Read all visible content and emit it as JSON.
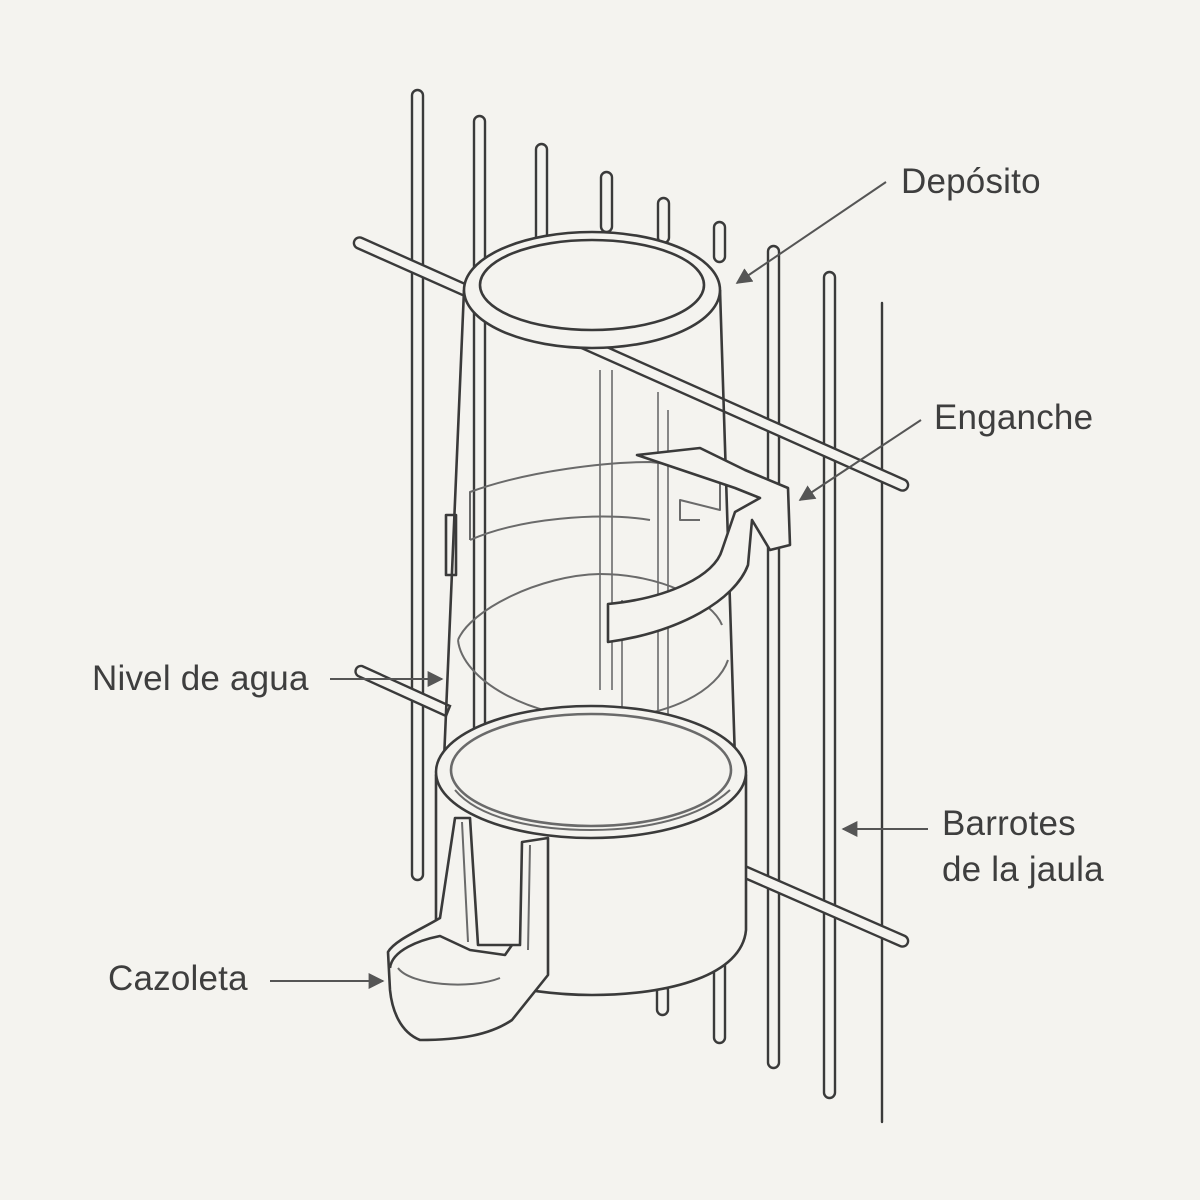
{
  "labels": {
    "deposito": "Depósito",
    "enganche": "Enganche",
    "nivel_agua": "Nivel de agua",
    "barrotes_line1": "Barrotes",
    "barrotes_line2": "de la jaula",
    "cazoleta": "Cazoleta"
  },
  "colors": {
    "background": "#f4f3ef",
    "line": "#3a3a3a",
    "leader": "#555555",
    "text": "#3e3e3e"
  }
}
